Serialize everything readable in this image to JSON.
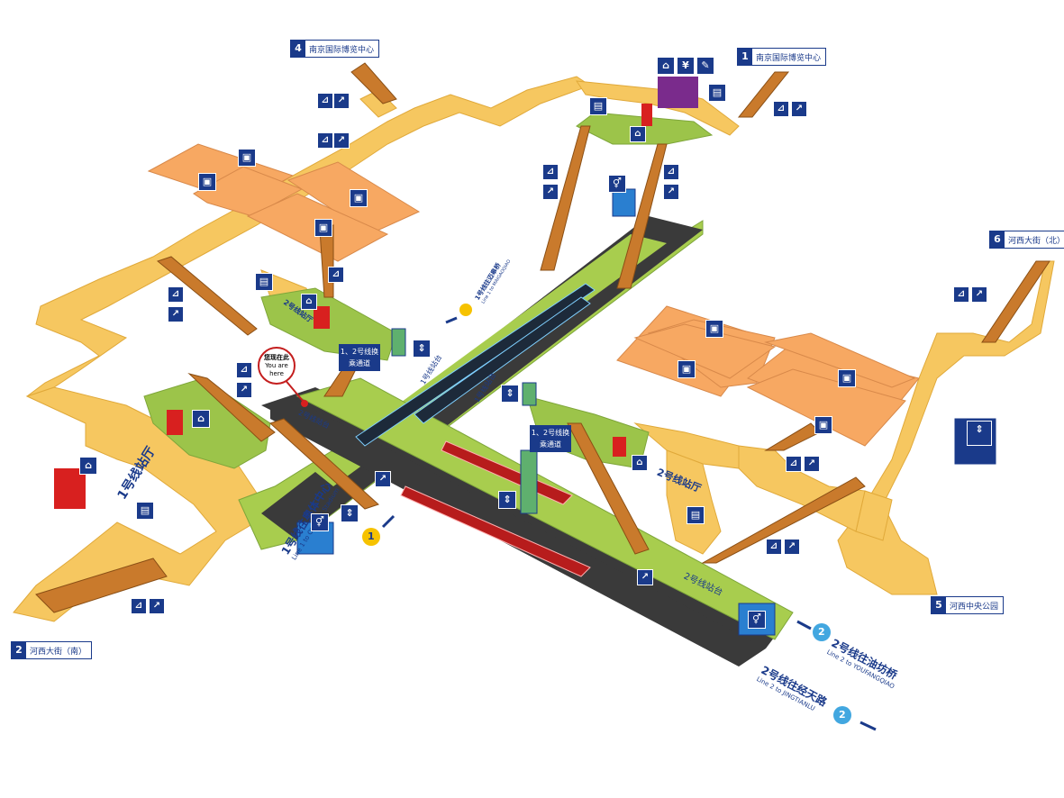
{
  "exits": [
    {
      "num": "1",
      "name": "南京国际博览中心"
    },
    {
      "num": "4",
      "name": "南京国际博览中心"
    },
    {
      "num": "6",
      "name": "河西大街（北）"
    },
    {
      "num": "2",
      "name": "河西大街（南）"
    },
    {
      "num": "5",
      "name": "河西中央公园"
    }
  ],
  "halls": {
    "line1_hall": "1号线站厅",
    "line2_hall_upper": "2号线站厅",
    "line2_hall_right": "2号线站厅"
  },
  "platforms": {
    "line1_platform_a": "1号线站台",
    "line1_platform_b": "1号线站台",
    "line2_platform_left": "2号线站台",
    "line2_platform_right": "2号线站台"
  },
  "transfer": {
    "upper": "1、2号线换乘通道",
    "lower": "1、2号线换乘通道"
  },
  "you_are_here": {
    "cn": "您现在此",
    "en": "You are here"
  },
  "directions": {
    "line1_olympic": {
      "cn": "1号线往奥体中心",
      "en": "Line 1 to Olympic Stadium"
    },
    "line1_top": {
      "cn": "1号线往迈皋桥",
      "en": "Line 1 to MAIGAOQIAO"
    },
    "line2_youfangqiao": {
      "cn": "2号线往油坊桥",
      "en": "Line 2 to YOUFANGQIAO"
    },
    "line2_jingtianlu": {
      "cn": "2号线往经天路",
      "en": "Line 2 to JINGTIANLU"
    }
  },
  "line_badges": {
    "line1": "1",
    "line2": "2"
  },
  "colors": {
    "corridor": "#f6c760",
    "shops": "#f7a862",
    "platform_green": "#a8cd4e",
    "concourse_green": "#9cc44a",
    "track": "#3a3a3a",
    "stairs": "#c97a2c",
    "icon_blue": "#1a3a8a",
    "line1_yellow": "#f6c200",
    "line2_blue": "#42a7e0",
    "ticket_red": "#d8201f",
    "train_line1": "#1d2a3a",
    "train_line2": "#b71c1c"
  },
  "icons": [
    "escalator-icon",
    "stairs-icon",
    "shop-icon",
    "toilet-icon",
    "elevator-icon",
    "ticket-machine-icon",
    "service-center-icon",
    "atm-icon",
    "currency-icon",
    "info-icon"
  ]
}
